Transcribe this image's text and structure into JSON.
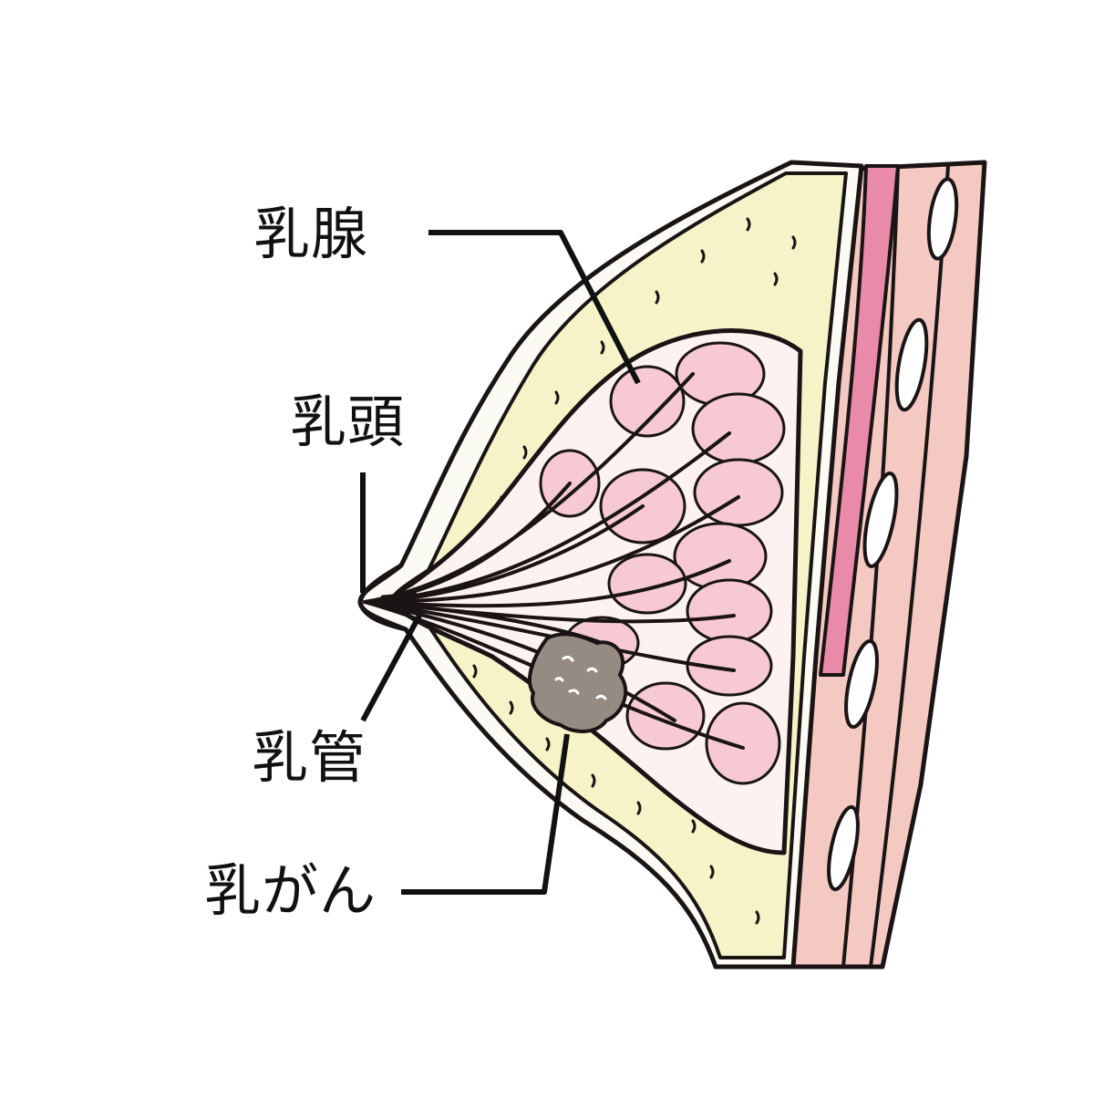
{
  "labels": {
    "mammary_gland": "乳腺",
    "nipple": "乳頭",
    "milk_duct": "乳管",
    "breast_cancer": "乳がん"
  },
  "colors": {
    "outline": "#1a1414",
    "skin": "#fbfbf4",
    "fat": "#f7f3c8",
    "gland_bg": "#fdf2ef",
    "lobule": "#f6c9d3",
    "muscle": "#f3c9c2",
    "pink_band": "#e98aa8",
    "tumor": "#958b82",
    "leader": "#111111"
  }
}
